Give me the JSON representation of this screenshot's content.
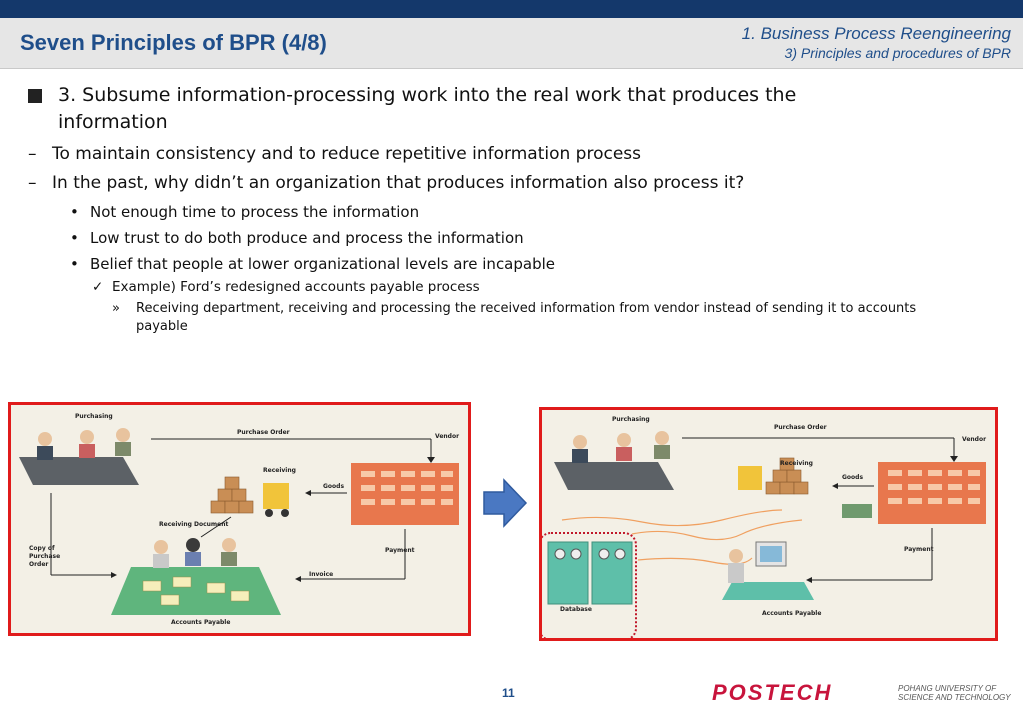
{
  "header": {
    "title": "Seven Principles of BPR (4/8)",
    "section_line1": "1. Business Process Reengineering",
    "section_line2": "3) Principles and procedures of BPR"
  },
  "content": {
    "main_point_line1": "3. Subsume information-processing work into the real work that produces the",
    "main_point_line2": "information",
    "dash_marker": "–",
    "dash_items": [
      "To maintain consistency and to reduce repetitive information process",
      "In the past, why didn’t an organization that produces information also process it?"
    ],
    "bullet_marker": "•",
    "bullets": [
      "Not enough time to process the information",
      "Low trust to do both produce and process the information",
      "Belief that people at lower organizational levels are incapable"
    ],
    "check_marker": "✓",
    "check_item": "Example) Ford’s redesigned accounts payable process",
    "raquo_marker": "»",
    "detail_item": "Receiving department, receiving  and processing the received information from vendor instead of sending it to accounts payable"
  },
  "diagram_left": {
    "labels": {
      "purchasing": "Purchasing",
      "purchase_order": "Purchase Order",
      "vendor": "Vendor",
      "receiving": "Receiving",
      "goods": "Goods",
      "receiving_document": "Receiving Document",
      "copy_po": "Copy of Purchase Order",
      "payment": "Payment",
      "invoice": "Invoice",
      "accounts_payable": "Accounts Payable"
    }
  },
  "diagram_right": {
    "labels": {
      "purchasing": "Purchasing",
      "purchase_order": "Purchase Order",
      "vendor": "Vendor",
      "receiving": "Receiving",
      "goods": "Goods",
      "database": "Database",
      "payment": "Payment",
      "accounts_payable": "Accounts Payable"
    }
  },
  "footer": {
    "page_number": "11",
    "logo": "POSTECH",
    "logo_sub_line1": "POHANG UNIVERSITY OF",
    "logo_sub_line2": "SCIENCE AND TECHNOLOGY"
  },
  "colors": {
    "header_bar": "#14386b",
    "title": "#1f4e8a",
    "frame": "#e01b1b",
    "logo": "#c8143c"
  }
}
